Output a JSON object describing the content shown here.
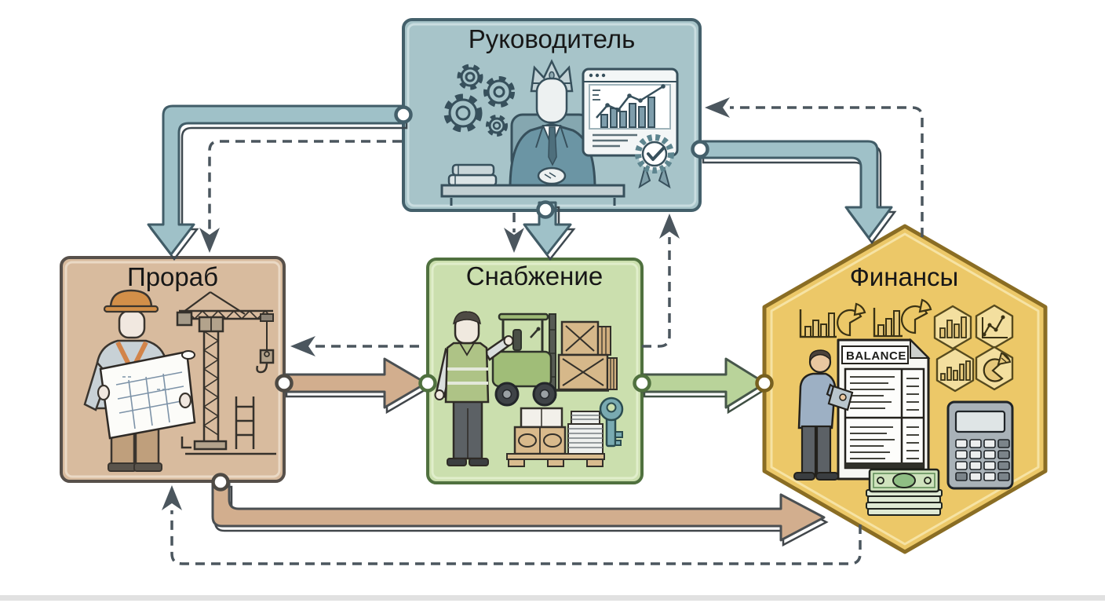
{
  "diagram": {
    "type": "organizational-process-flowchart",
    "background": "#ffffff",
    "nodes": {
      "manager": {
        "label": "Руководитель",
        "shape": "rounded-rectangle",
        "fill": "#a7c4c9",
        "border": "#44606b",
        "icons": [
          "gears-icon",
          "director-with-crown-icon",
          "books-icon",
          "desk-icon",
          "growth-chart-window-icon",
          "award-ribbon-icon"
        ]
      },
      "foreman": {
        "label": "Прораб",
        "shape": "rounded-rectangle",
        "fill": "#d8bb9e",
        "border": "#57504a",
        "icons": [
          "construction-worker-icon",
          "blueprint-icon",
          "tower-crane-icon",
          "ladder-icon"
        ]
      },
      "supply": {
        "label": "Снабжение",
        "shape": "rounded-rectangle",
        "fill": "#cbdfae",
        "border": "#50713f",
        "icons": [
          "warehouse-worker-icon",
          "forklift-icon",
          "crates-icon",
          "pallet-goods-icon",
          "key-icon"
        ]
      },
      "finance": {
        "label": "Финансы",
        "shape": "hexagon",
        "fill": "#ecc868",
        "border": "#8a6d24",
        "document_label": "BALANCE",
        "icons": [
          "bar-chart-icon",
          "pie-chart-icon",
          "chart-badge-icons",
          "balance-sheet-icon",
          "accountant-icon",
          "calculator-icon",
          "money-stack-icon"
        ]
      }
    },
    "edges": [
      {
        "from": "Руководитель",
        "to": "Прораб",
        "line": "solid-thick",
        "color": "#9fc1c8"
      },
      {
        "from": "Руководитель",
        "to": "Прораб",
        "line": "dashed",
        "color": "#4b565e"
      },
      {
        "from": "Руководитель",
        "to": "Снабжение",
        "line": "solid-thick",
        "color": "#9fc1c8"
      },
      {
        "from": "Руководитель",
        "to": "Снабжение",
        "line": "dashed",
        "color": "#4b565e"
      },
      {
        "from": "Снабжение",
        "to": "Руководитель",
        "line": "dashed",
        "color": "#4b565e"
      },
      {
        "from": "Руководитель",
        "to": "Финансы",
        "line": "solid-thick",
        "color": "#9fc1c8"
      },
      {
        "from": "Финансы",
        "to": "Руководитель",
        "line": "dashed",
        "color": "#4b565e"
      },
      {
        "from": "Прораб",
        "to": "Снабжение",
        "line": "solid-thick",
        "color": "#d2ae8e"
      },
      {
        "from": "Снабжение",
        "to": "Прораб",
        "line": "dashed",
        "color": "#4b565e"
      },
      {
        "from": "Снабжение",
        "to": "Финансы",
        "line": "solid-thick",
        "color": "#b9d39a"
      },
      {
        "from": "Прораб",
        "to": "Финансы",
        "line": "solid-thick",
        "color": "#d2ae8e"
      },
      {
        "from": "Финансы",
        "to": "Прораб",
        "line": "dashed",
        "color": "#4b565e"
      }
    ],
    "colors": {
      "manager_fill": "#a7c4c9",
      "manager_border": "#44606b",
      "foreman_fill": "#d8bb9e",
      "foreman_border": "#57504a",
      "supply_fill": "#cbdfae",
      "supply_border": "#50713f",
      "finance_fill": "#ecc868",
      "finance_border": "#8a6d24",
      "solid_arrow_manager": "#9fc1c8",
      "solid_arrow_tan": "#d2ae8e",
      "solid_arrow_green": "#b9d39a",
      "dashed_line": "#4b565e",
      "background": "#ffffff"
    }
  }
}
